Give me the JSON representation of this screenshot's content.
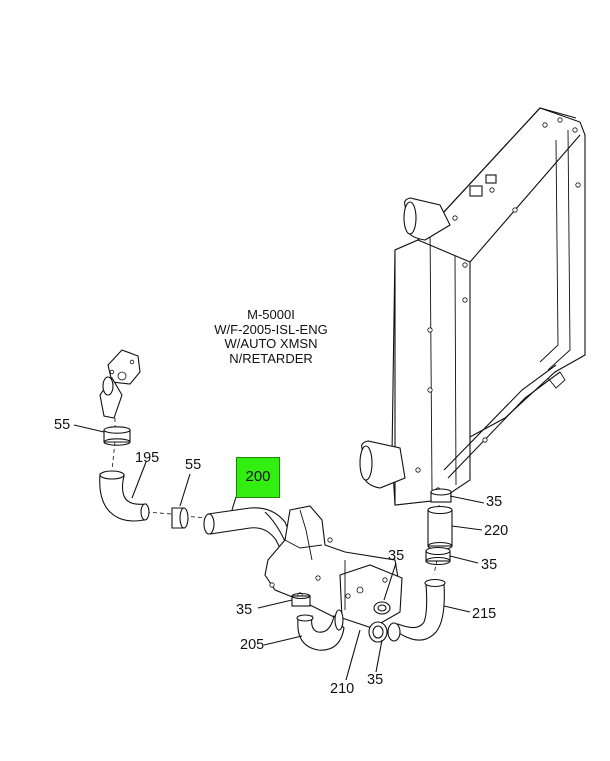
{
  "caption": {
    "lines": [
      "M-5000I",
      "W/F-2005-ISL-ENG",
      "W/AUTO XMSN",
      "N/RETARDER"
    ]
  },
  "callouts": {
    "c55_top": "55",
    "c195": "195",
    "c55_mid": "55",
    "c200": "200",
    "c35_right_top": "35",
    "c220": "220",
    "c35_center": "35",
    "c35_right_mid": "35",
    "c35_left": "35",
    "c215": "215",
    "c205": "205",
    "c210": "210",
    "c35_bottom": "35"
  },
  "colors": {
    "highlight": "#33ee11",
    "line": "#111111",
    "background": "#ffffff"
  }
}
